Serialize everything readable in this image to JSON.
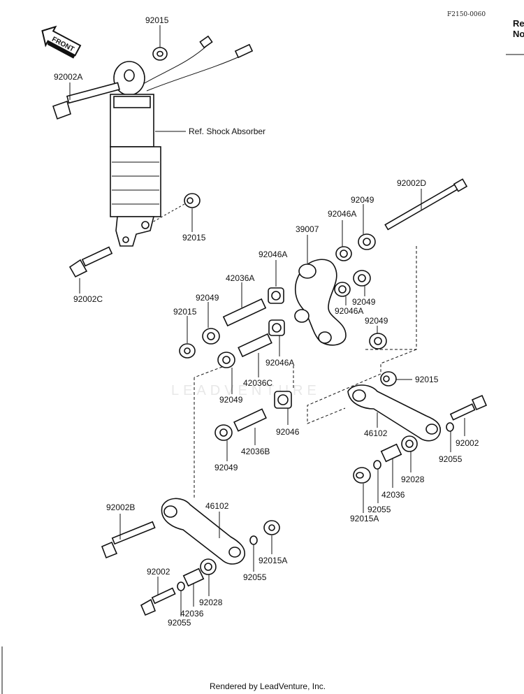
{
  "drawing_code": "F2150-0060",
  "side_text": [
    "Re",
    "No"
  ],
  "front_label": "FRONT",
  "ref_label": "Ref. Shock Absorber",
  "watermark": "LEADVENTURE",
  "footer": "Rendered by LeadVenture, Inc.",
  "labels": {
    "p92015_top": "92015",
    "p92002A": "92002A",
    "p92015_mid": "92015",
    "p92002C": "92002C",
    "p92002D": "92002D",
    "p92049_a": "92049",
    "p92046A_a": "92046A",
    "p39007": "39007",
    "p92046A_b": "92046A",
    "p42036A": "42036A",
    "p92049_b": "92049",
    "p92015_left": "92015",
    "p92049_c": "92049",
    "p92046A_c": "92046A",
    "p92049_d": "92049",
    "p92046A_d": "92046A",
    "p42036C": "42036C",
    "p92049_e": "92049",
    "p92046": "92046",
    "p42036B": "42036B",
    "p92049_f": "92049",
    "p92015_r": "92015",
    "p46102_r": "46102",
    "p92002_r": "92002",
    "p92055_r": "92055",
    "p92028_r": "92028",
    "p42036_r": "42036",
    "p92055_r2": "92055",
    "p92015A_r": "92015A",
    "p92002B": "92002B",
    "p46102_l": "46102",
    "p92015A_l": "92015A",
    "p92055_l": "92055",
    "p92002_l": "92002",
    "p92028_l": "92028",
    "p42036_l": "42036",
    "p92055_l2": "92055"
  }
}
